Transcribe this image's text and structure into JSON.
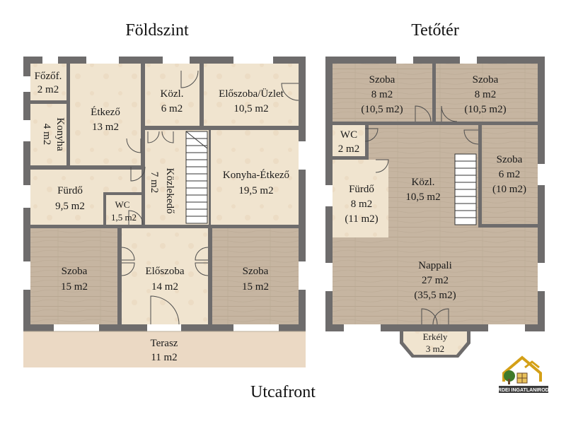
{
  "titles": {
    "ground_floor": "Földszint",
    "attic": "Tetőtér",
    "street": "Utcafront"
  },
  "ground_rooms": {
    "fozofulke": [
      "Főzőf.",
      "2 m2"
    ],
    "konyha": [
      "Konyha",
      "4 m2"
    ],
    "etkezo": [
      "Étkező",
      "13 m2"
    ],
    "kozl": [
      "Közl.",
      "6 m2"
    ],
    "eloszoba_uzlet": [
      "Előszoba/Üzlet",
      "10,5 m2"
    ],
    "kozlekedo": [
      "Közlekedő",
      "7 m2"
    ],
    "konyha_etkezo": [
      "Konyha-Étkező",
      "19,5 m2"
    ],
    "furdo": [
      "Fürdő",
      "9,5 m2"
    ],
    "wc": [
      "WC",
      "1,5 m2"
    ],
    "szoba_left": [
      "Szoba",
      "15 m2"
    ],
    "eloszoba": [
      "Előszoba",
      "14 m2"
    ],
    "szoba_right": [
      "Szoba",
      "15 m2"
    ],
    "terasz": [
      "Terasz",
      "11 m2"
    ]
  },
  "attic_rooms": {
    "szoba_1": [
      "Szoba",
      "8 m2",
      "(10,5 m2)"
    ],
    "szoba_2": [
      "Szoba",
      "8 m2",
      "(10,5 m2)"
    ],
    "wc": [
      "WC",
      "2 m2"
    ],
    "kozl": [
      "Közl.",
      "10,5 m2"
    ],
    "szoba_3": [
      "Szoba",
      "6 m2",
      "(10 m2)"
    ],
    "furdo": [
      "Fürdő",
      "8 m2",
      "(11 m2)"
    ],
    "nappali": [
      "Nappali",
      "27 m2",
      "(35,5 m2)"
    ],
    "erkely": [
      "Erkély",
      "3 m2"
    ]
  },
  "logo": {
    "text": "ERDEI INGATLANIRODA",
    "colors": {
      "gold": "#d4a017",
      "green": "#3f7a2a",
      "brown": "#6b4a2a"
    }
  },
  "colors": {
    "wall": "#6e6c6c",
    "tile_floor": "#efe2cc",
    "wood_floor": "#c8b7a3",
    "terrace": "#ebd9c4"
  }
}
